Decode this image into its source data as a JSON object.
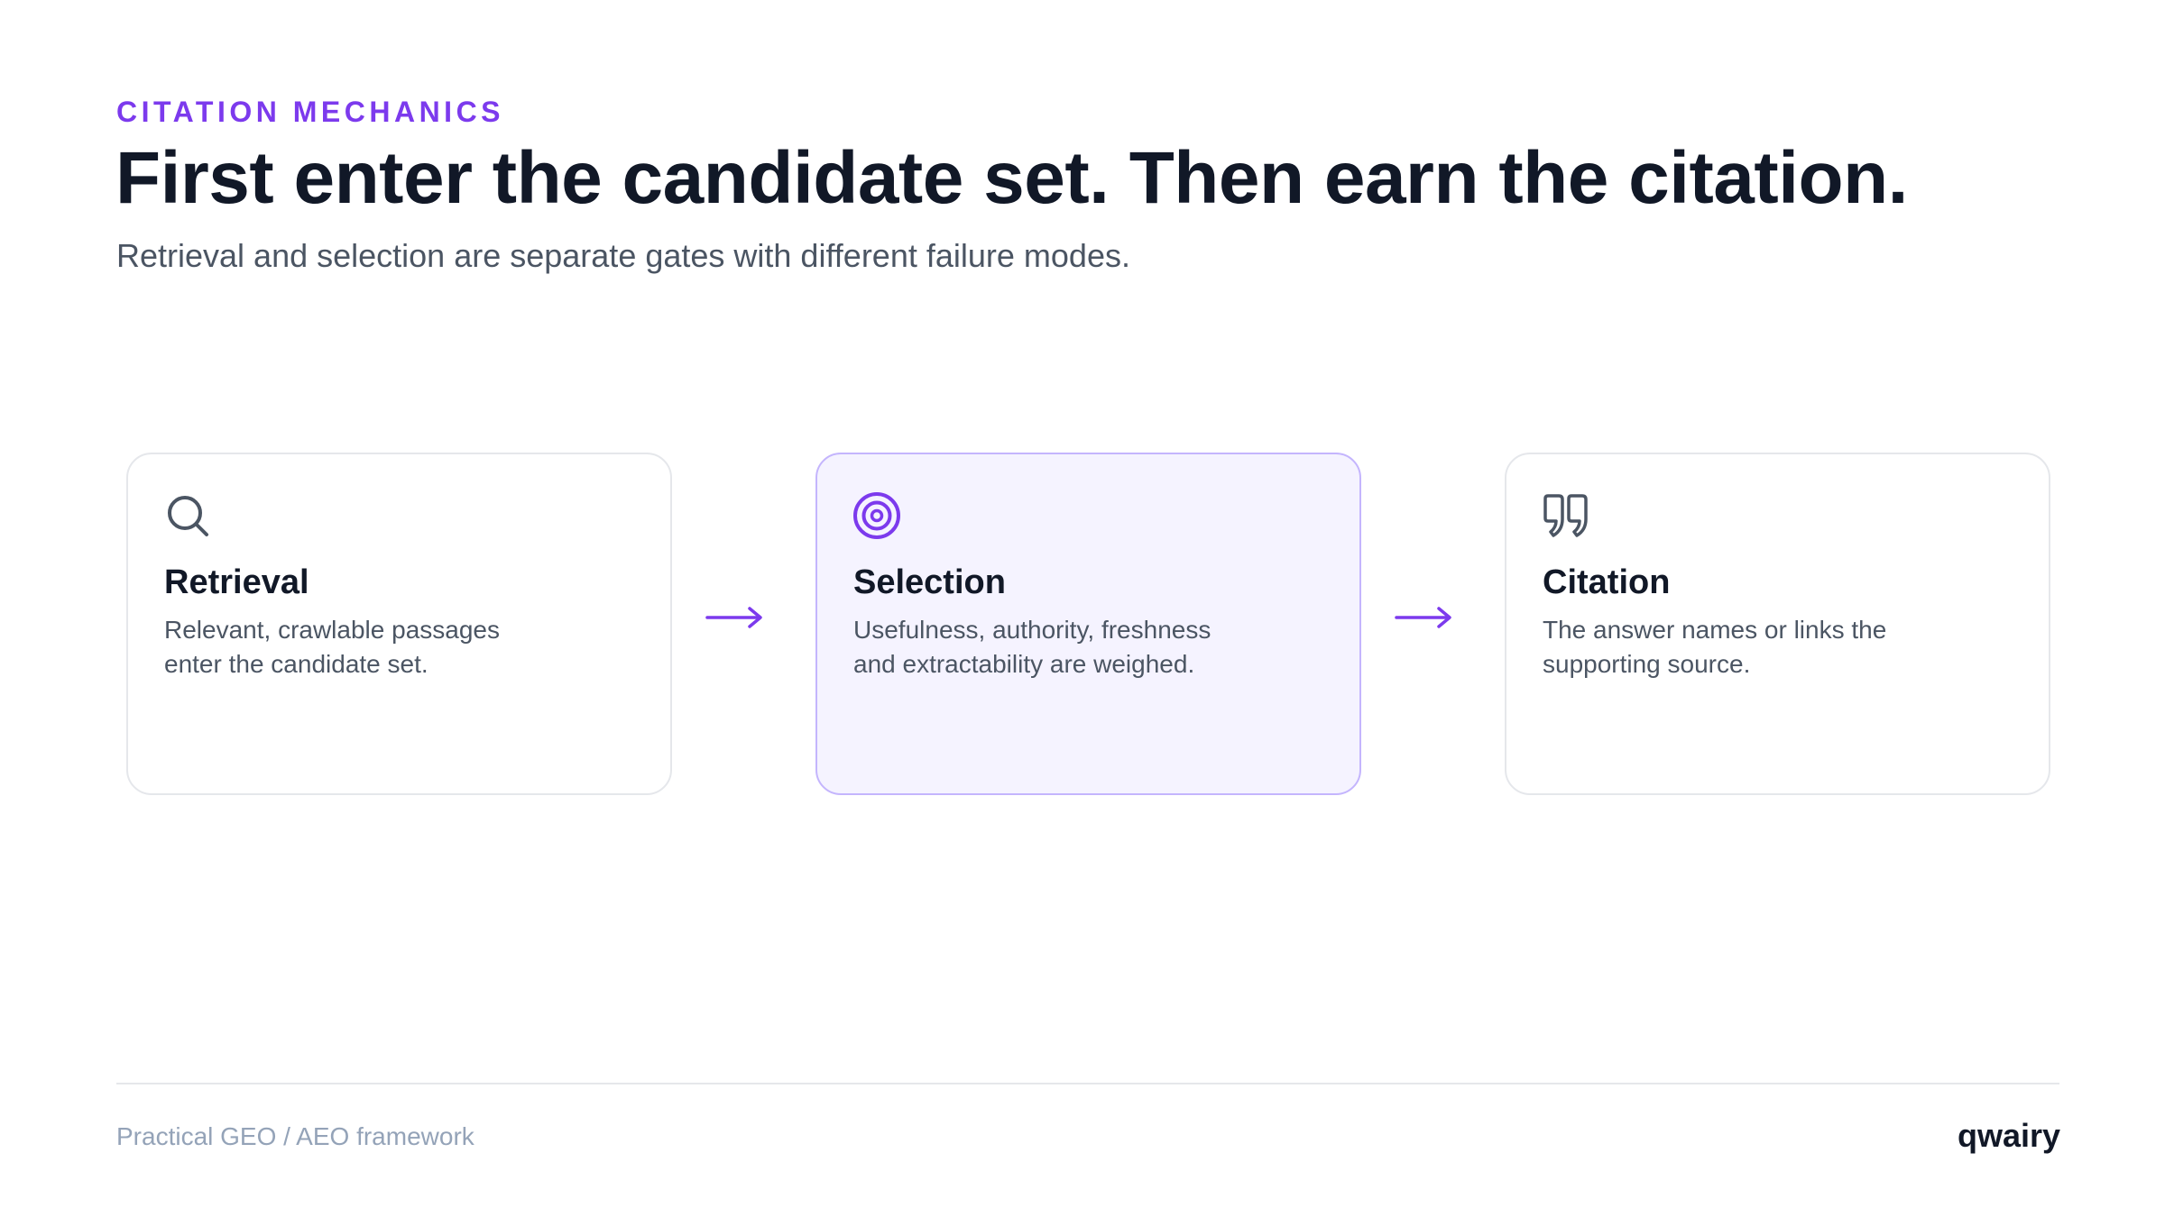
{
  "header": {
    "eyebrow": "CITATION MECHANICS",
    "title": "First enter the candidate set. Then earn the citation.",
    "subtitle": "Retrieval and selection are separate gates with different failure modes."
  },
  "steps": [
    {
      "icon": "search-icon",
      "title": "Retrieval",
      "body": "Relevant, crawlable passages enter the candidate set.",
      "highlighted": false
    },
    {
      "icon": "target-icon",
      "title": "Selection",
      "body": "Usefulness, authority, freshness and extractability are weighed.",
      "highlighted": true
    },
    {
      "icon": "quote-icon",
      "title": "Citation",
      "body": "The answer names or links the supporting source.",
      "highlighted": false
    }
  ],
  "colors": {
    "accent": "#7c3aed",
    "highlight_fill": "#f5f3ff",
    "highlight_border": "#c4b5fd",
    "text_dark": "#111827",
    "text_muted": "#4b5563",
    "icon_gray": "#4b5563"
  },
  "footer": {
    "left": "Practical GEO / AEO framework",
    "brand": "qwairy"
  }
}
